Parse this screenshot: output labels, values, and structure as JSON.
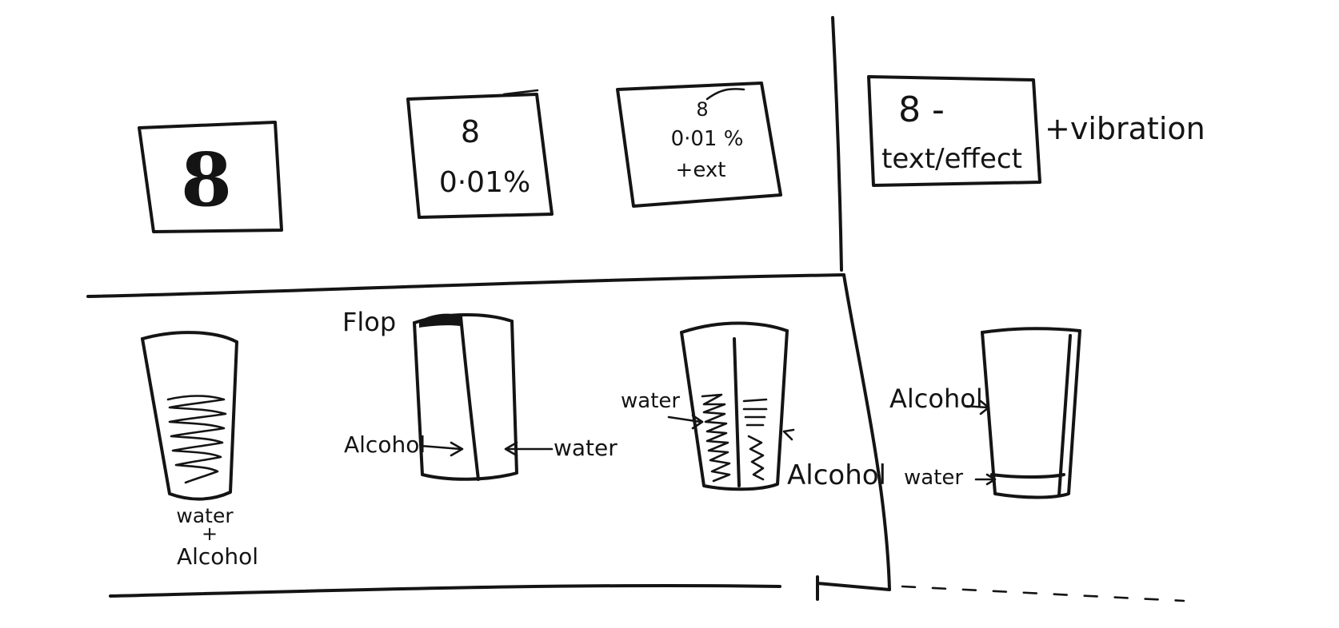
{
  "top_row": {
    "card1": {
      "line1": "8"
    },
    "card2": {
      "line1": "8",
      "line2": "0·01%"
    },
    "card3": {
      "line1": "8",
      "line2": "0·01 %",
      "line3": "+ext"
    },
    "card4": {
      "line1": "8 -",
      "line2": "text/effect",
      "side_note": "+vibration"
    }
  },
  "bottom_row": {
    "glass1": {
      "label_top": "water",
      "label_plus": "+",
      "label_bottom": "Alcohol"
    },
    "glass2": {
      "title": "Flop",
      "label_left": "Alcohol",
      "label_right": "water"
    },
    "glass3": {
      "label_left": "water",
      "label_right": "Alcohol"
    },
    "glass4": {
      "label_upper": "Alcohol",
      "label_lower": "water"
    }
  },
  "colors": {
    "ink": "#141414",
    "board": "#ffffff"
  }
}
